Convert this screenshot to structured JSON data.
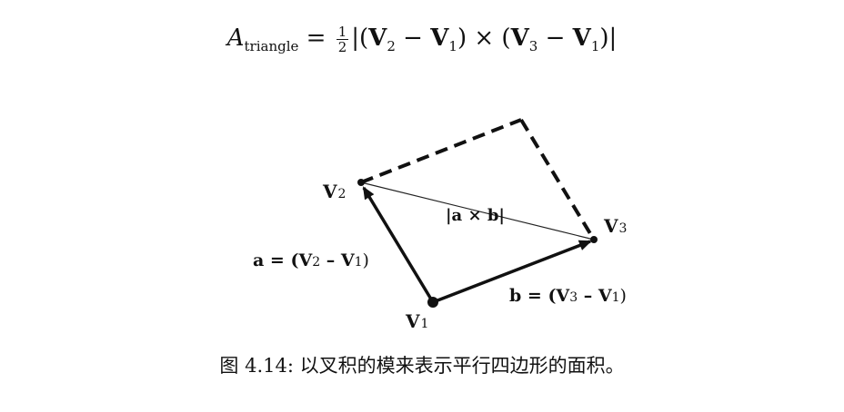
{
  "formula": {
    "lhs_symbol": "A",
    "lhs_subscript": "triangle",
    "equals": "=",
    "frac_num": "1",
    "frac_den": "2",
    "open": "|(",
    "v2": "V",
    "v2_sub": "2",
    "minus1": " − ",
    "v1a": "V",
    "v1a_sub": "1",
    "mid": ") × (",
    "v3": "V",
    "v3_sub": "3",
    "minus2": " − ",
    "v1b": "V",
    "v1b_sub": "1",
    "close": ")|"
  },
  "diagram": {
    "v1_label": "V",
    "v1_sub": "1",
    "v2_label": "V",
    "v2_sub": "2",
    "v3_label": "V",
    "v3_sub": "3",
    "a_label_bold": "a",
    "a_label_rest": " = (V",
    "a_label_sub1": "2",
    "a_label_mid": " – V",
    "a_label_sub2": "1",
    "a_label_end": ")",
    "b_label_bold": "b",
    "b_label_rest": " = (V",
    "b_label_sub1": "3",
    "b_label_mid": " – V",
    "b_label_sub2": "1",
    "b_label_end": ")",
    "cross_label": "|a × b|"
  },
  "caption": "图 4.14: 以叉积的模来表示平行四边形的面积。"
}
